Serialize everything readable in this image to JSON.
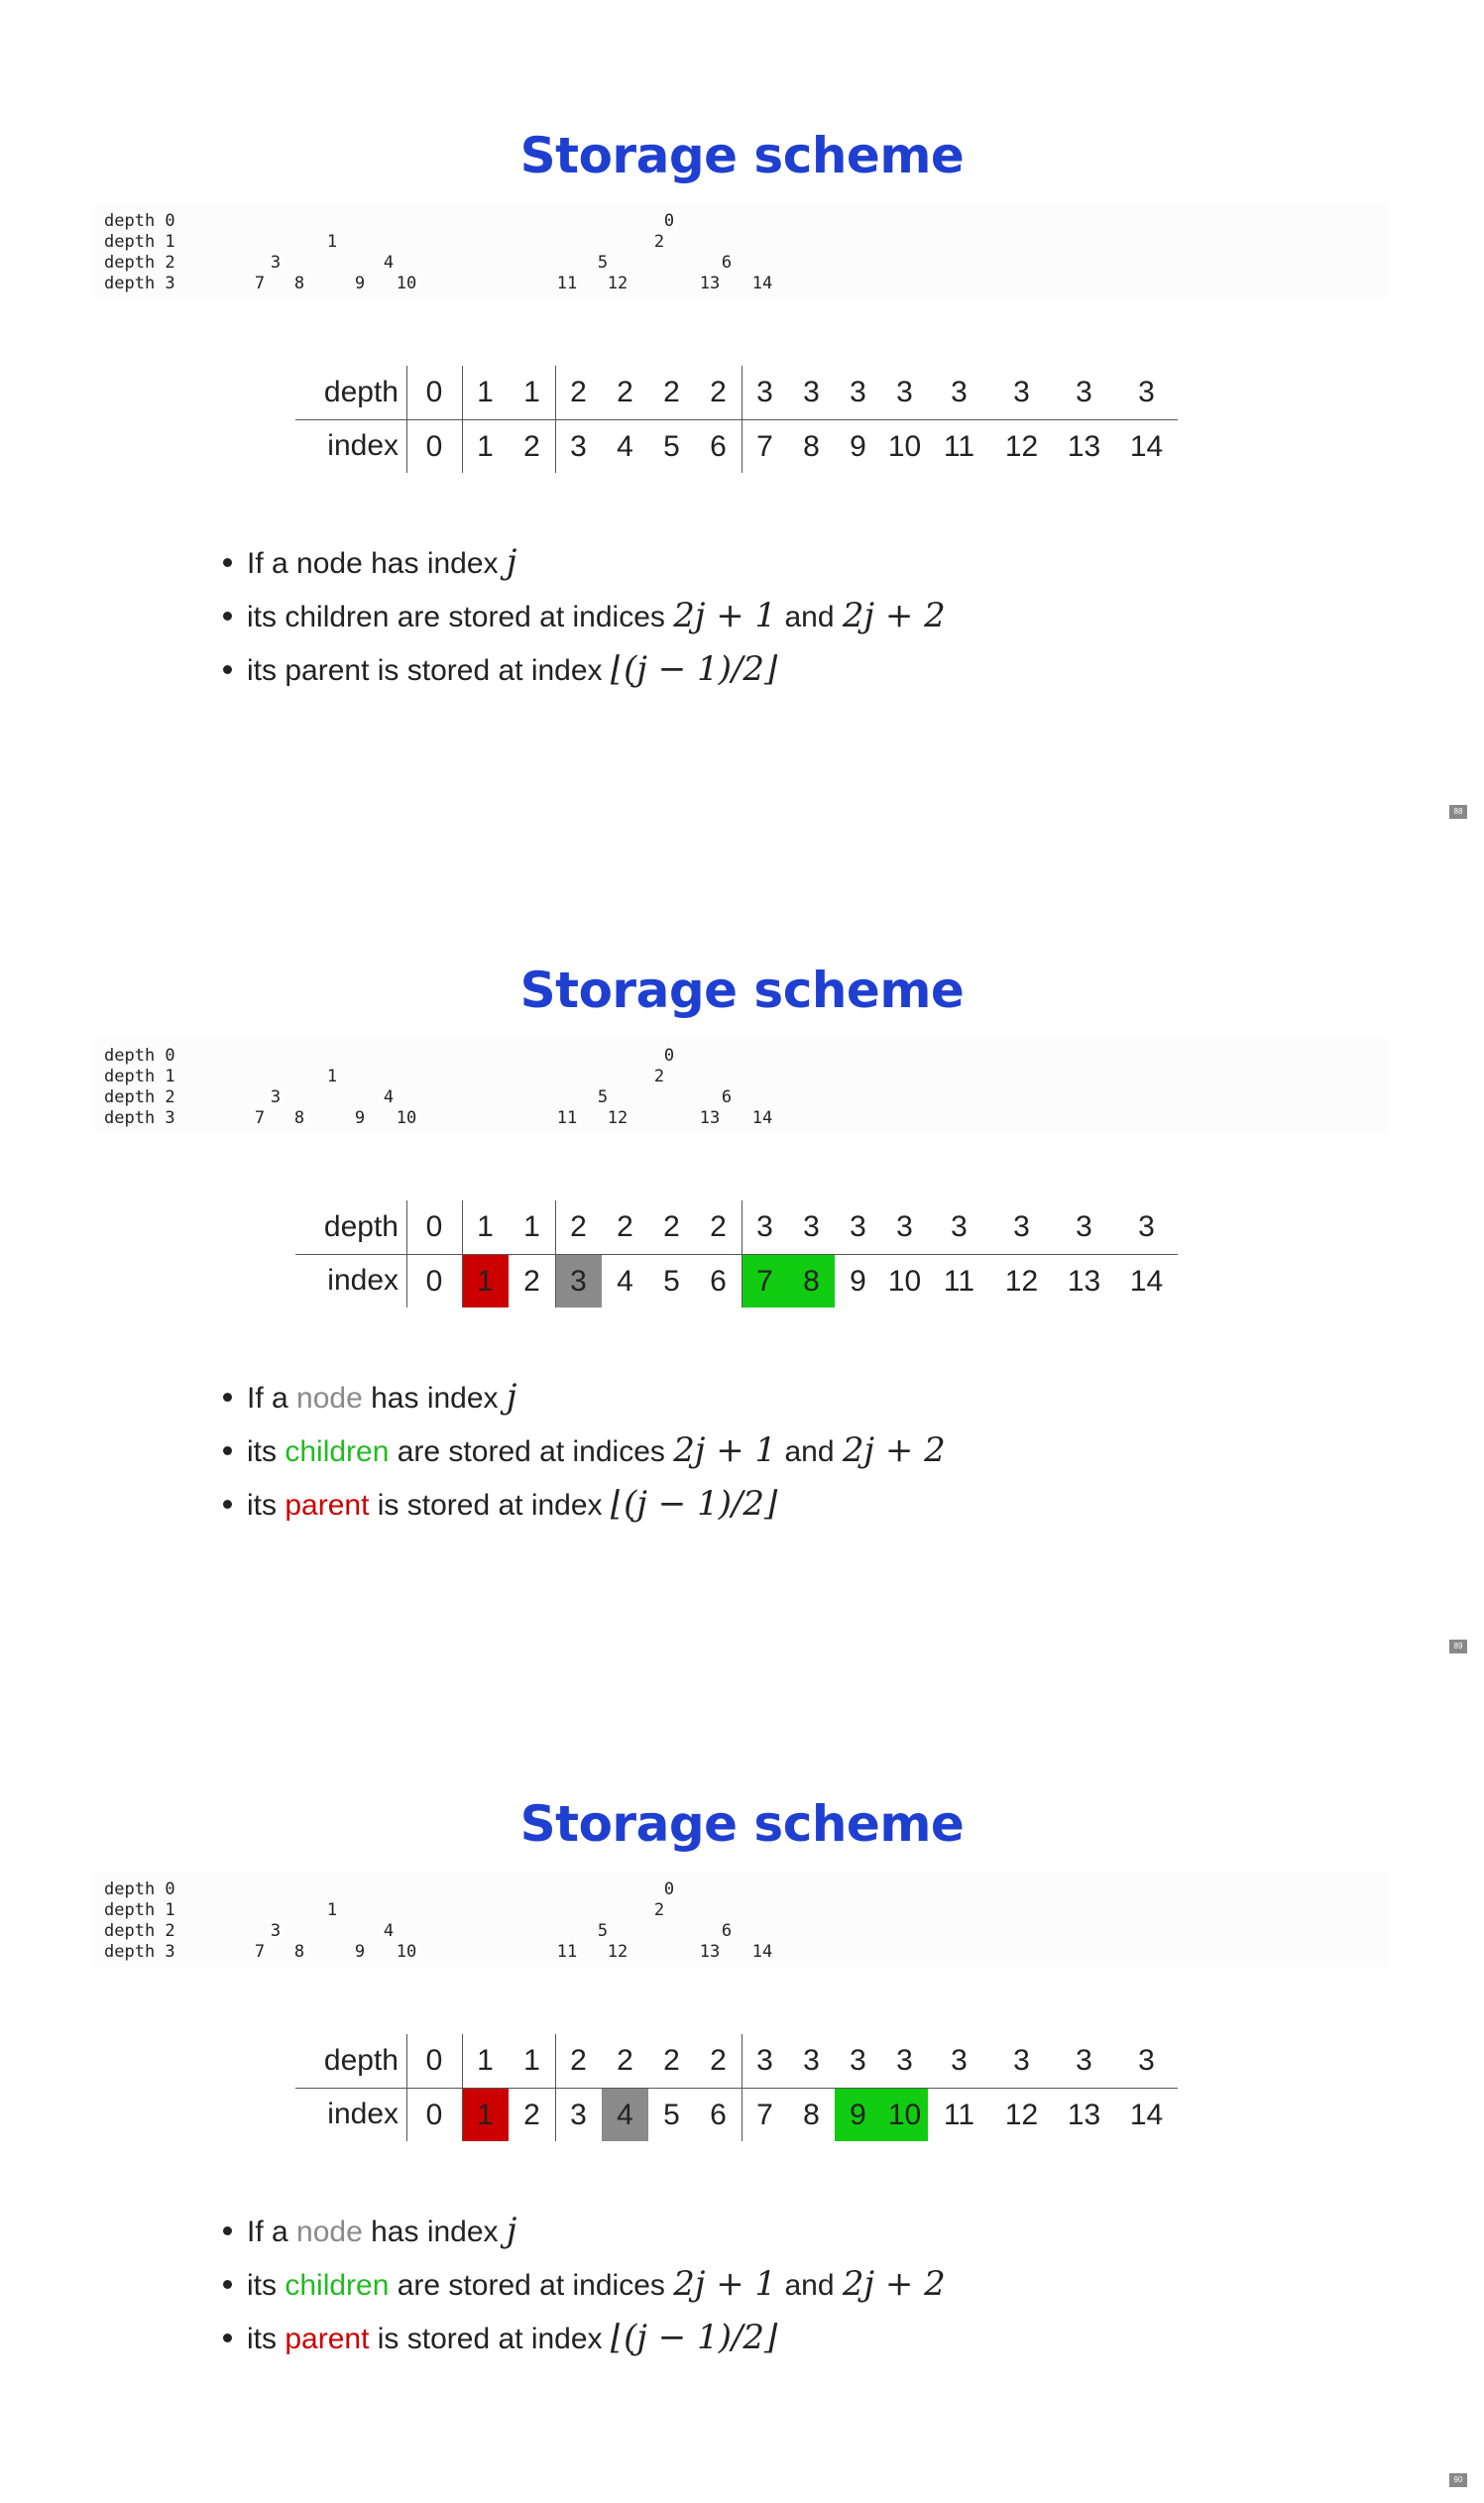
{
  "slides": [
    {
      "title": "Storage scheme",
      "page_number": "88",
      "tree": {
        "rows": [
          {
            "label": "depth 0",
            "nodes": [
              "0"
            ]
          },
          {
            "label": "depth 1",
            "nodes": [
              "1",
              "2"
            ]
          },
          {
            "label": "depth 2",
            "nodes": [
              "3",
              "4",
              "5",
              "6"
            ]
          },
          {
            "label": "depth 3",
            "nodes": [
              "7",
              "8",
              "9",
              "10",
              "11",
              "12",
              "13",
              "14"
            ]
          }
        ]
      },
      "table": {
        "depth_label": "depth",
        "index_label": "index",
        "depths": [
          "0",
          "1",
          "1",
          "2",
          "2",
          "2",
          "2",
          "3",
          "3",
          "3",
          "3",
          "3",
          "3",
          "3",
          "3"
        ],
        "indices": [
          "0",
          "1",
          "2",
          "3",
          "4",
          "5",
          "6",
          "7",
          "8",
          "9",
          "10",
          "11",
          "12",
          "13",
          "14"
        ],
        "highlights": {}
      },
      "bullets": {
        "b1": {
          "pre": "If a ",
          "word": "node",
          "post": " has index ",
          "math": "j"
        },
        "b2": {
          "pre": "its ",
          "word": "children",
          "post": " are stored at indices ",
          "math1": "2j + 1",
          "mid": " and ",
          "math2": "2j + 2"
        },
        "b3": {
          "pre": "its ",
          "word": "parent",
          "post": " is stored at index ",
          "math": "⌊(j − 1)/2⌋"
        }
      },
      "word_colors": {
        "node": "#222222",
        "children": "#222222",
        "parent": "#222222"
      }
    },
    {
      "title": "Storage scheme",
      "page_number": "89",
      "tree": {
        "rows": [
          {
            "label": "depth 0",
            "nodes": [
              "0"
            ]
          },
          {
            "label": "depth 1",
            "nodes": [
              "1",
              "2"
            ]
          },
          {
            "label": "depth 2",
            "nodes": [
              "3",
              "4",
              "5",
              "6"
            ]
          },
          {
            "label": "depth 3",
            "nodes": [
              "7",
              "8",
              "9",
              "10",
              "11",
              "12",
              "13",
              "14"
            ]
          }
        ]
      },
      "table": {
        "depth_label": "depth",
        "index_label": "index",
        "depths": [
          "0",
          "1",
          "1",
          "2",
          "2",
          "2",
          "2",
          "3",
          "3",
          "3",
          "3",
          "3",
          "3",
          "3",
          "3"
        ],
        "indices": [
          "0",
          "1",
          "2",
          "3",
          "4",
          "5",
          "6",
          "7",
          "8",
          "9",
          "10",
          "11",
          "12",
          "13",
          "14"
        ],
        "highlights": {
          "1": "parent",
          "3": "node",
          "7": "child",
          "8": "child"
        }
      },
      "bullets": {
        "b1": {
          "pre": "If a ",
          "word": "node",
          "post": " has index ",
          "math": "j"
        },
        "b2": {
          "pre": "its ",
          "word": "children",
          "post": " are stored at indices ",
          "math1": "2j + 1",
          "mid": " and ",
          "math2": "2j + 2"
        },
        "b3": {
          "pre": "its ",
          "word": "parent",
          "post": " is stored at index ",
          "math": "⌊(j − 1)/2⌋"
        }
      },
      "word_colors": {
        "node": "#8a8a8a",
        "children": "#22bb22",
        "parent": "#cc0000"
      }
    },
    {
      "title": "Storage scheme",
      "page_number": "90",
      "tree": {
        "rows": [
          {
            "label": "depth 0",
            "nodes": [
              "0"
            ]
          },
          {
            "label": "depth 1",
            "nodes": [
              "1",
              "2"
            ]
          },
          {
            "label": "depth 2",
            "nodes": [
              "3",
              "4",
              "5",
              "6"
            ]
          },
          {
            "label": "depth 3",
            "nodes": [
              "7",
              "8",
              "9",
              "10",
              "11",
              "12",
              "13",
              "14"
            ]
          }
        ]
      },
      "table": {
        "depth_label": "depth",
        "index_label": "index",
        "depths": [
          "0",
          "1",
          "1",
          "2",
          "2",
          "2",
          "2",
          "3",
          "3",
          "3",
          "3",
          "3",
          "3",
          "3",
          "3"
        ],
        "indices": [
          "0",
          "1",
          "2",
          "3",
          "4",
          "5",
          "6",
          "7",
          "8",
          "9",
          "10",
          "11",
          "12",
          "13",
          "14"
        ],
        "highlights": {
          "1": "parent",
          "4": "node",
          "9": "child",
          "10": "child"
        }
      },
      "bullets": {
        "b1": {
          "pre": "If a ",
          "word": "node",
          "post": " has index ",
          "math": "j"
        },
        "b2": {
          "pre": "its ",
          "word": "children",
          "post": " are stored at indices ",
          "math1": "2j + 1",
          "mid": " and ",
          "math2": "2j + 2"
        },
        "b3": {
          "pre": "its ",
          "word": "parent",
          "post": " is stored at index ",
          "math": "⌊(j − 1)/2⌋"
        }
      },
      "word_colors": {
        "node": "#8a8a8a",
        "children": "#22bb22",
        "parent": "#cc0000"
      }
    }
  ],
  "highlight_colors": {
    "parent": "#cc0000",
    "node": "#8a8a8a",
    "child": "#11cc11"
  }
}
